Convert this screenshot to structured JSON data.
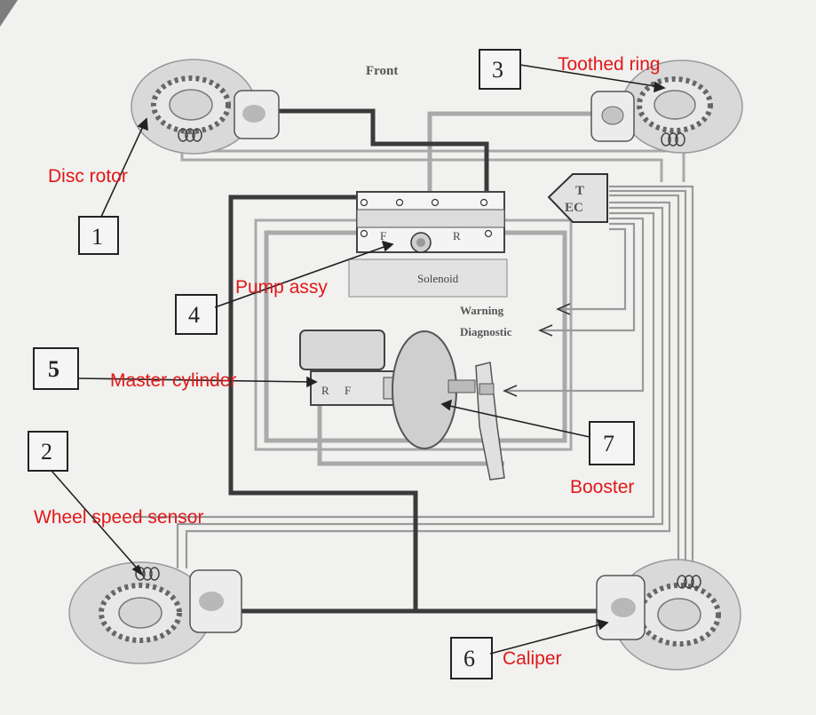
{
  "diagram": {
    "paper_text": {
      "front": "Front",
      "ec_top": "T",
      "ec_bottom": "EC",
      "warning": "Warning",
      "diagnostic": "Diagnostic",
      "pump_f": "F",
      "pump_r": "R",
      "solenoid": "Solenoid",
      "mc_r": "R",
      "mc_f": "F"
    },
    "numbers": [
      "1",
      "2",
      "3",
      "4",
      "5",
      "6",
      "7"
    ],
    "labels": {
      "disc_rotor": "Disc rotor",
      "toothed_ring": "Toothed ring",
      "pump_assy": "Pump assy",
      "master_cylinder": "Master cylinder",
      "booster": "Booster",
      "wheel_speed_sensor": "Wheel speed sensor",
      "caliper": "Caliper"
    },
    "colors": {
      "label_red": "#e01818",
      "paper": "#f2f2f0",
      "brake_line": "#3a3a3a",
      "wire_gray": "#a8a8a8"
    }
  }
}
